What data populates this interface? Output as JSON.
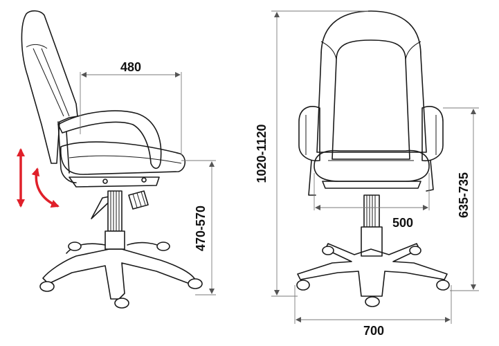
{
  "dimensions": {
    "seat_depth": "480",
    "seat_height": "470-570",
    "total_height": "1020-1120",
    "armrest_height": "635-735",
    "seat_width": "500",
    "base_width": "700"
  },
  "colors": {
    "outline": "#1a1a1a",
    "dimension_line": "#7a7a7a",
    "adjust_arrow": "#e0202a"
  },
  "icons": [
    "height-adjust-arrow-icon",
    "tilt-adjust-arrow-icon"
  ]
}
